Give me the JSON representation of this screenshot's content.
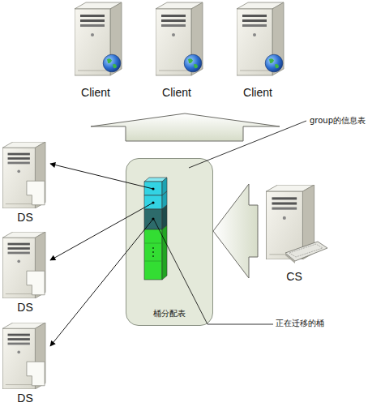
{
  "diagram": {
    "nodes": [
      {
        "text": [
          "Client"
        ]
      },
      {
        "text": [
          "Client"
        ]
      },
      {
        "text": [
          "Client"
        ]
      },
      {
        "text": [
          "DS"
        ]
      },
      {
        "text": [
          "DS"
        ]
      },
      {
        "text": [
          "DS"
        ]
      },
      {
        "text": [
          "桶分配表"
        ]
      },
      {
        "text": [
          "CS"
        ]
      }
    ],
    "edges": [
      {
        "from": 6,
        "to": 3,
        "arrow": "to"
      },
      {
        "from": 6,
        "to": 4,
        "arrow": "to"
      },
      {
        "from": 6,
        "to": 5,
        "arrow": "to"
      },
      {
        "from": 7,
        "to": 6,
        "arrow": "to"
      }
    ],
    "labels": [
      "group的信息表",
      "正在迁移的桶"
    ]
  }
}
